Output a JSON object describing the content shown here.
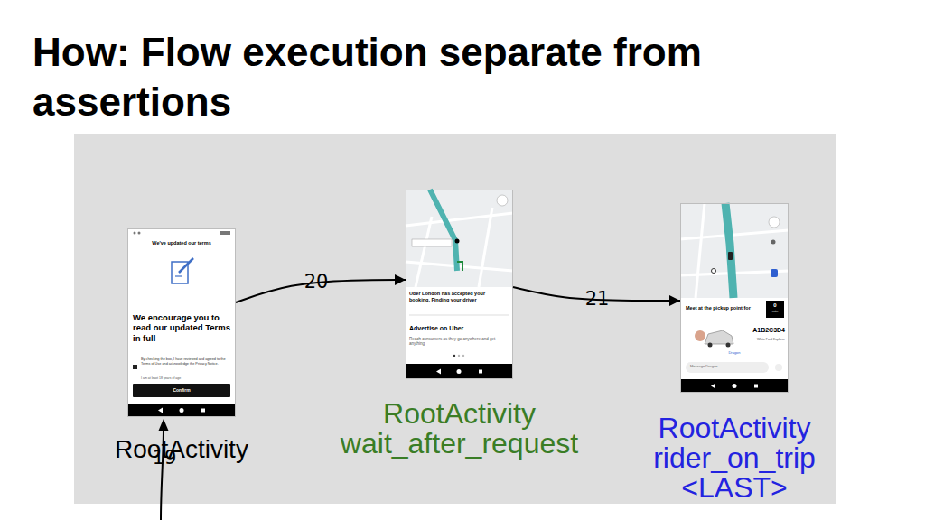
{
  "diagram": {
    "title": "How: Flow execution separate from assertions",
    "nodes": [
      {
        "text": [
          "RootActivity"
        ]
      },
      {
        "text": [
          "RootActivity wait_after_request"
        ]
      },
      {
        "text": [
          "RootActivity rider_on_trip <LAST>"
        ]
      }
    ],
    "edges": [
      {
        "from": 0,
        "to": 1,
        "arrow": "to",
        "label": "20"
      },
      {
        "from": 1,
        "to": 2,
        "arrow": "to",
        "label": "21"
      }
    ],
    "labels": [
      "19",
      "We've updated our terms",
      "We encourage you to read our updated Terms in full",
      "By checking the box, I have reviewed and agreed to the Terms of Use and acknowledge the Privacy Notice.",
      "I am at least 18 years of age",
      "Confirm",
      "Uber London has accepted your booking. Finding your driver",
      "Advertise on Uber",
      "Reach consumers as they go anywhere and get anything",
      "Meet at the pickup point for",
      "0",
      "min",
      "A1B2C3D4",
      "White Ford Explorer",
      "Dragon",
      "Message Dragon"
    ]
  }
}
